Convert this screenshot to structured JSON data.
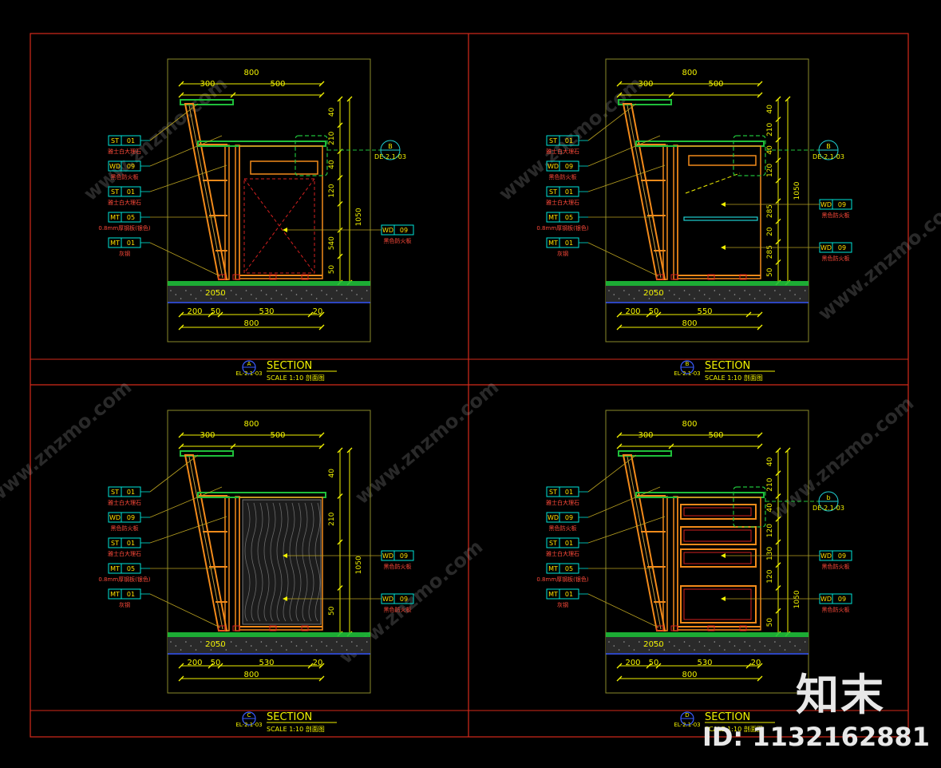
{
  "panels": [
    {
      "letter": "A",
      "sheet_ref": "EL-2.1-03",
      "title": "SECTION",
      "scale": "SCALE 1:10 剖面图",
      "variant": "door",
      "dims_top": {
        "total": "800",
        "left": "300",
        "right": "500"
      },
      "dims_bottom": {
        "total": "800",
        "parts": [
          "200",
          "50",
          "530",
          "20"
        ]
      },
      "dims_right": [
        "40",
        "210",
        "40",
        "120",
        "1050",
        "540",
        "50"
      ],
      "floor_label": "2050",
      "detail_bubble": {
        "letter": "B",
        "ref": "DE-2.1-03"
      },
      "left_tags": [
        {
          "code": "ST",
          "num": "01",
          "desc": "雅士白大理石"
        },
        {
          "code": "WD",
          "num": "09",
          "desc": "黑色防火板"
        },
        {
          "code": "ST",
          "num": "01",
          "desc": "雅士白大理石"
        },
        {
          "code": "MT",
          "num": "05",
          "desc": "0.8mm厚钢板(银色)"
        },
        {
          "code": "MT",
          "num": "01",
          "desc": "灰钢"
        }
      ],
      "right_tags": [
        {
          "code": "WD",
          "num": "09",
          "desc": "黑色防火板"
        }
      ]
    },
    {
      "letter": "B",
      "sheet_ref": "EL-2.1-03",
      "title": "SECTION",
      "scale": "SCALE 1:10 剖面图",
      "variant": "shelves",
      "dims_top": {
        "total": "800",
        "left": "300",
        "right": "500"
      },
      "dims_bottom": {
        "total": "800",
        "parts": [
          "200",
          "50",
          "550"
        ]
      },
      "dims_right": [
        "40",
        "210",
        "40",
        "120",
        "1050",
        "285",
        "20",
        "285",
        "50"
      ],
      "floor_label": "2050",
      "detail_bubble": {
        "letter": "B",
        "ref": "DE-2.1-03"
      },
      "left_tags": [
        {
          "code": "ST",
          "num": "01",
          "desc": "雅士白大理石"
        },
        {
          "code": "WD",
          "num": "09",
          "desc": "黑色防火板"
        },
        {
          "code": "ST",
          "num": "01",
          "desc": "雅士白大理石"
        },
        {
          "code": "MT",
          "num": "05",
          "desc": "0.8mm厚钢板(银色)"
        },
        {
          "code": "MT",
          "num": "01",
          "desc": "灰钢"
        }
      ],
      "right_tags": [
        {
          "code": "WD",
          "num": "09",
          "desc": "黑色防火板"
        },
        {
          "code": "WD",
          "num": "09",
          "desc": "黑色防火板"
        }
      ]
    },
    {
      "letter": "C",
      "sheet_ref": "EL-2.1-03",
      "title": "SECTION",
      "scale": "SCALE 1:10 剖面图",
      "variant": "woodgrain",
      "dims_top": {
        "total": "800",
        "left": "300",
        "right": "500"
      },
      "dims_bottom": {
        "total": "800",
        "parts": [
          "200",
          "50",
          "530",
          "20"
        ]
      },
      "dims_right": [
        "40",
        "210",
        "1050",
        "50"
      ],
      "floor_label": "2050",
      "detail_bubble": null,
      "left_tags": [
        {
          "code": "ST",
          "num": "01",
          "desc": "雅士白大理石"
        },
        {
          "code": "WD",
          "num": "09",
          "desc": "黑色防火板"
        },
        {
          "code": "ST",
          "num": "01",
          "desc": "雅士白大理石"
        },
        {
          "code": "MT",
          "num": "05",
          "desc": "0.8mm厚钢板(银色)"
        },
        {
          "code": "MT",
          "num": "01",
          "desc": "灰钢"
        }
      ],
      "right_tags": [
        {
          "code": "WD",
          "num": "09",
          "desc": "黑色防火板"
        },
        {
          "code": "WD",
          "num": "09",
          "desc": "黑色防火板"
        }
      ]
    },
    {
      "letter": "D",
      "sheet_ref": "EL-2.1-03",
      "title": "SECTION",
      "scale": "SCALE 1:10 剖面图",
      "variant": "drawers",
      "dims_top": {
        "total": "800",
        "left": "300",
        "right": "500"
      },
      "dims_bottom": {
        "total": "800",
        "parts": [
          "200",
          "50",
          "530",
          "20"
        ]
      },
      "dims_right": [
        "40",
        "210",
        "40",
        "120",
        "130",
        "120",
        "1050",
        "50"
      ],
      "floor_label": "2050",
      "detail_bubble": {
        "letter": "b",
        "ref": "DE-2.1-03"
      },
      "left_tags": [
        {
          "code": "ST",
          "num": "01",
          "desc": "雅士白大理石"
        },
        {
          "code": "WD",
          "num": "09",
          "desc": "黑色防火板"
        },
        {
          "code": "ST",
          "num": "01",
          "desc": "雅士白大理石"
        },
        {
          "code": "MT",
          "num": "05",
          "desc": "0.8mm厚钢板(银色)"
        },
        {
          "code": "MT",
          "num": "01",
          "desc": "灰钢"
        }
      ],
      "right_tags": [
        {
          "code": "WD",
          "num": "09",
          "desc": "黑色防火板"
        },
        {
          "code": "WD",
          "num": "09",
          "desc": "黑色防火板"
        }
      ]
    }
  ],
  "watermark": {
    "url": "www.znzmo.com",
    "logo_text": "知末",
    "id_text": "ID: 1132162881"
  },
  "colors": {
    "frame": "#d42a1a",
    "dimension": "#f2f200",
    "tag": "#00e5d8",
    "tag_text": "#ffe100",
    "tag_desc": "#ff4a3a",
    "steel": "#f28a1a",
    "stone": "#1fbf3a",
    "marker": "#1fcfd0"
  }
}
